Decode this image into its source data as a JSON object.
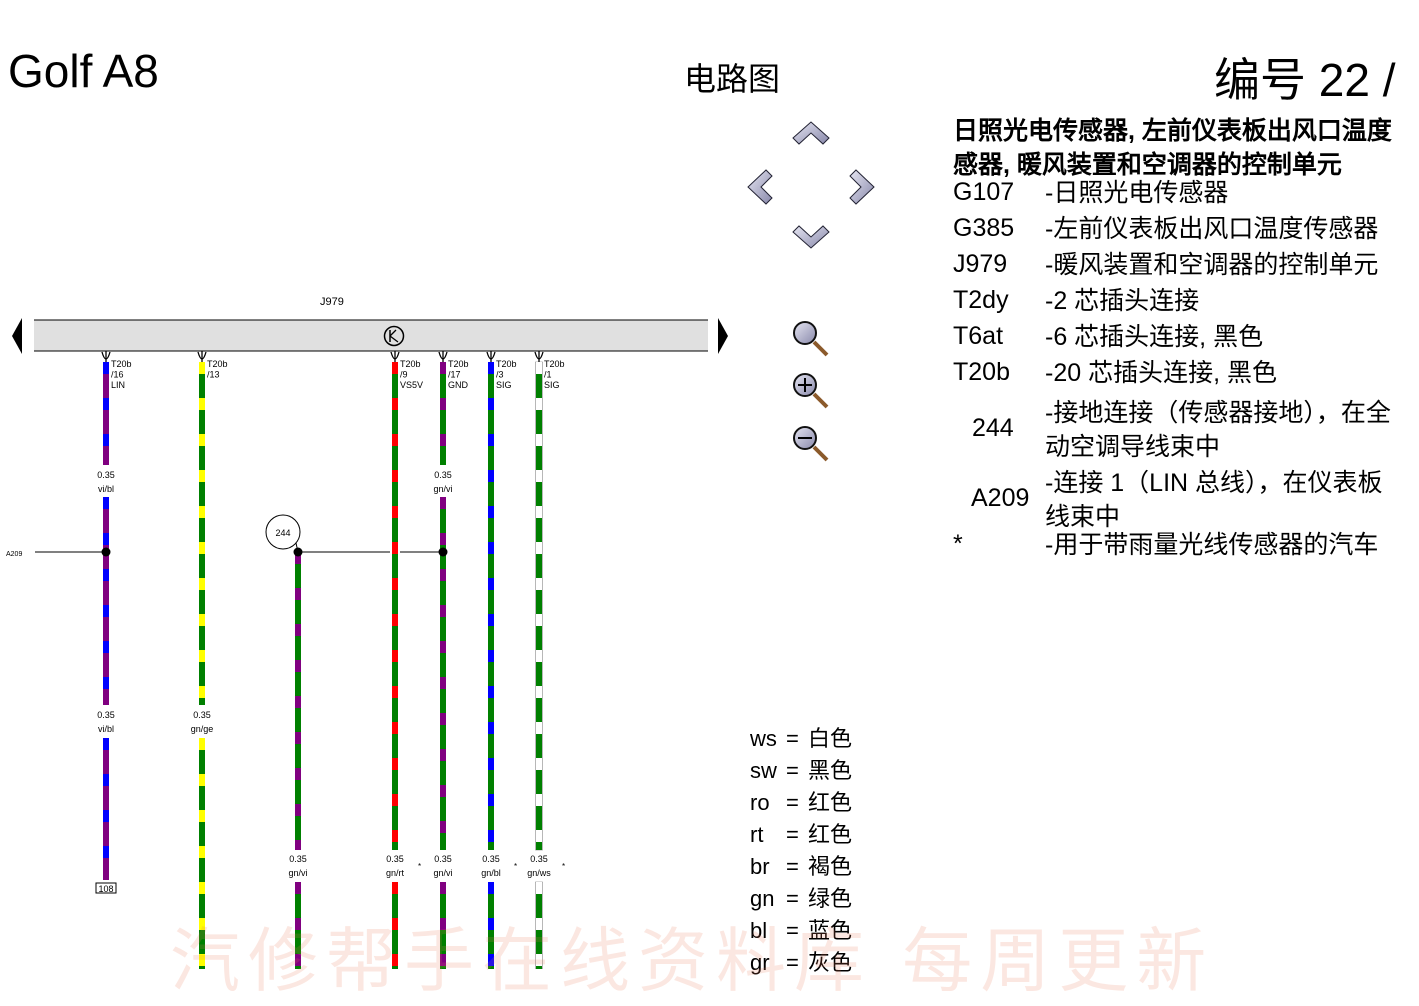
{
  "header": {
    "title": "Golf A8",
    "subtitle": "电路图",
    "page_number": "编号  22 /"
  },
  "description": {
    "heading_lines": [
      "日照光电传感器, 左前仪表板出风口温度",
      "感器, 暖风装置和空调器的控制单元"
    ],
    "components": [
      {
        "code": "G107",
        "desc": [
          "-日照光电传感器"
        ]
      },
      {
        "code": "G385",
        "desc": [
          "-左前仪表板出风口温度传感器"
        ]
      },
      {
        "code": "J979",
        "desc": [
          "-暖风装置和空调器的控制单元"
        ]
      },
      {
        "code": "T2dy",
        "desc": [
          "-2 芯插头连接"
        ]
      },
      {
        "code": "T6at",
        "desc": [
          "-6 芯插头连接, 黑色"
        ]
      },
      {
        "code": "T20b",
        "desc": [
          "-20 芯插头连接, 黑色"
        ]
      },
      {
        "code": "244",
        "desc": [
          "-接地连接（传感器接地），在全",
          " 动空调导线束中"
        ]
      },
      {
        "code": "A209",
        "desc": [
          "-连接 1（LIN 总线），在仪表板",
          " 线束中"
        ]
      },
      {
        "code": "*",
        "desc": [
          "-用于带雨量光线传感器的汽车"
        ]
      }
    ]
  },
  "legend": [
    {
      "code": "ws",
      "eq": "=",
      "name": "白色"
    },
    {
      "code": "sw",
      "eq": "=",
      "name": "黑色"
    },
    {
      "code": "ro",
      "eq": "=",
      "name": "红色"
    },
    {
      "code": "rt",
      "eq": "=",
      "name": "红色"
    },
    {
      "code": "br",
      "eq": "=",
      "name": "褐色"
    },
    {
      "code": "gn",
      "eq": "=",
      "name": "绿色"
    },
    {
      "code": "bl",
      "eq": "=",
      "name": "蓝色"
    },
    {
      "code": "gr",
      "eq": "=",
      "name": "灰色"
    }
  ],
  "nav": {
    "icons": [
      "arrow-up-icon",
      "arrow-left-icon",
      "arrow-right-icon",
      "arrow-down-icon",
      "zoom-fit-icon",
      "zoom-in-icon",
      "zoom-out-icon"
    ]
  },
  "diagram": {
    "component_label": "J979",
    "ground_label": "244",
    "connector_label": "A209",
    "ref_box": "108",
    "wire_colors": {
      "vi": "#800080",
      "bl": "#0000ff",
      "gn": "#008000",
      "ge": "#ffff00",
      "rt": "#ff0000",
      "ws": "#ffffff"
    },
    "wires": [
      {
        "pin": [
          "T20b",
          "/16",
          "LIN"
        ],
        "code": "vi/bl",
        "labels": [
          {
            "size": "0.35",
            "color": "vi/bl"
          },
          {
            "size": "0.35",
            "color": "vi/bl"
          }
        ],
        "star": false
      },
      {
        "pin": [
          "T20b",
          "/13",
          ""
        ],
        "code": "gn/ge",
        "labels": [
          {
            "size": "0.35",
            "color": "gn/ge"
          }
        ],
        "star": false
      },
      {
        "pin": null,
        "code": "gn/vi",
        "labels": [
          {
            "size": "0.35",
            "color": "gn/vi"
          }
        ],
        "star": false
      },
      {
        "pin": [
          "T20b",
          "/9",
          "VS5V"
        ],
        "code": "gn/rt",
        "labels": [
          {
            "size": "0.35",
            "color": "gn/rt"
          }
        ],
        "star": true
      },
      {
        "pin": [
          "T20b",
          "/17",
          "GND"
        ],
        "code": "gn/vi",
        "labels": [
          {
            "size": "0.35",
            "color": "gn/vi"
          },
          {
            "size": "0.35",
            "color": "gn/vi"
          }
        ],
        "star": false
      },
      {
        "pin": [
          "T20b",
          "/3",
          "SIG"
        ],
        "code": "gn/bl",
        "labels": [
          {
            "size": "0.35",
            "color": "gn/bl"
          }
        ],
        "star": true
      },
      {
        "pin": [
          "T20b",
          "/1",
          "SIG"
        ],
        "code": "gn/ws",
        "labels": [
          {
            "size": "0.35",
            "color": "gn/ws"
          }
        ],
        "star": true
      }
    ]
  },
  "watermark": "汽修帮手在线资料库    每周更新"
}
